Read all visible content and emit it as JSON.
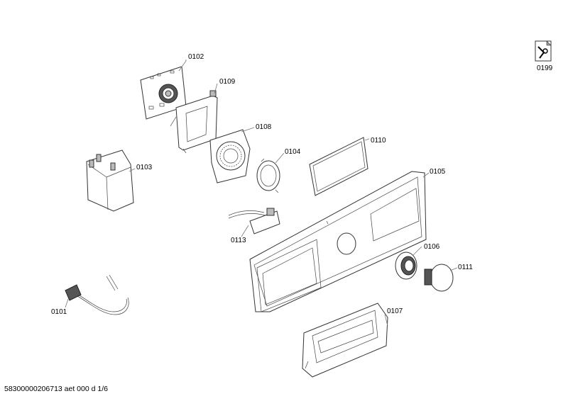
{
  "labels": {
    "p0101": "0101",
    "p0102": "0102",
    "p0103": "0103",
    "p0104": "0104",
    "p0105": "0105",
    "p0106": "0106",
    "p0107": "0107",
    "p0108": "0108",
    "p0109": "0109",
    "p0110": "0110",
    "p0111": "0111",
    "p0113": "0113",
    "p0199": "0199"
  },
  "footer": "58300000206713 aet 000 d 1/6",
  "icons": {
    "service_tool": "wrench-icon"
  }
}
